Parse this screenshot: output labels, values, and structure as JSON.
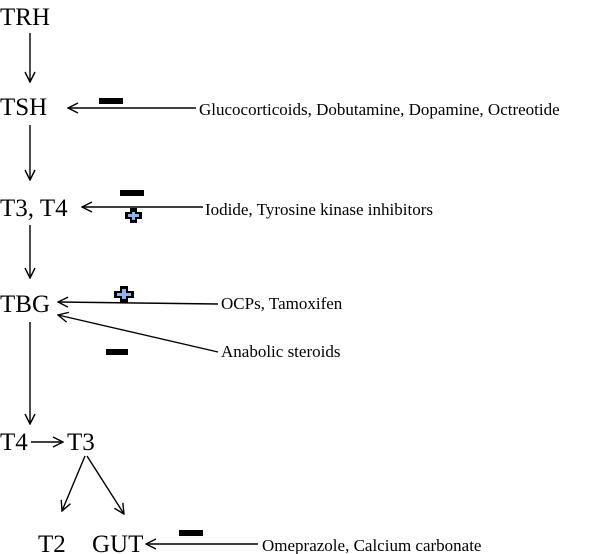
{
  "nodes": {
    "trh": "TRH",
    "tsh": "TSH",
    "t3t4": "T3, T4",
    "tbg": "TBG",
    "t4": "T4",
    "t3": "T3",
    "t2": "T2",
    "gut": "GUT"
  },
  "modulators": {
    "tsh": "Glucocorticoids, Dobutamine, Dopamine, Octreotide",
    "t3t4": "Iodide, Tyrosine kinase inhibitors",
    "tbg_plus": "OCPs, Tamoxifen",
    "tbg_minus": "Anabolic steroids",
    "gut": "Omeprazole, Calcium carbonate"
  },
  "effects": {
    "tsh": "inhibit",
    "t3t4": "inhibit-and-stimulate",
    "tbg_ocps": "stimulate",
    "tbg_steroids": "inhibit",
    "gut": "inhibit"
  }
}
